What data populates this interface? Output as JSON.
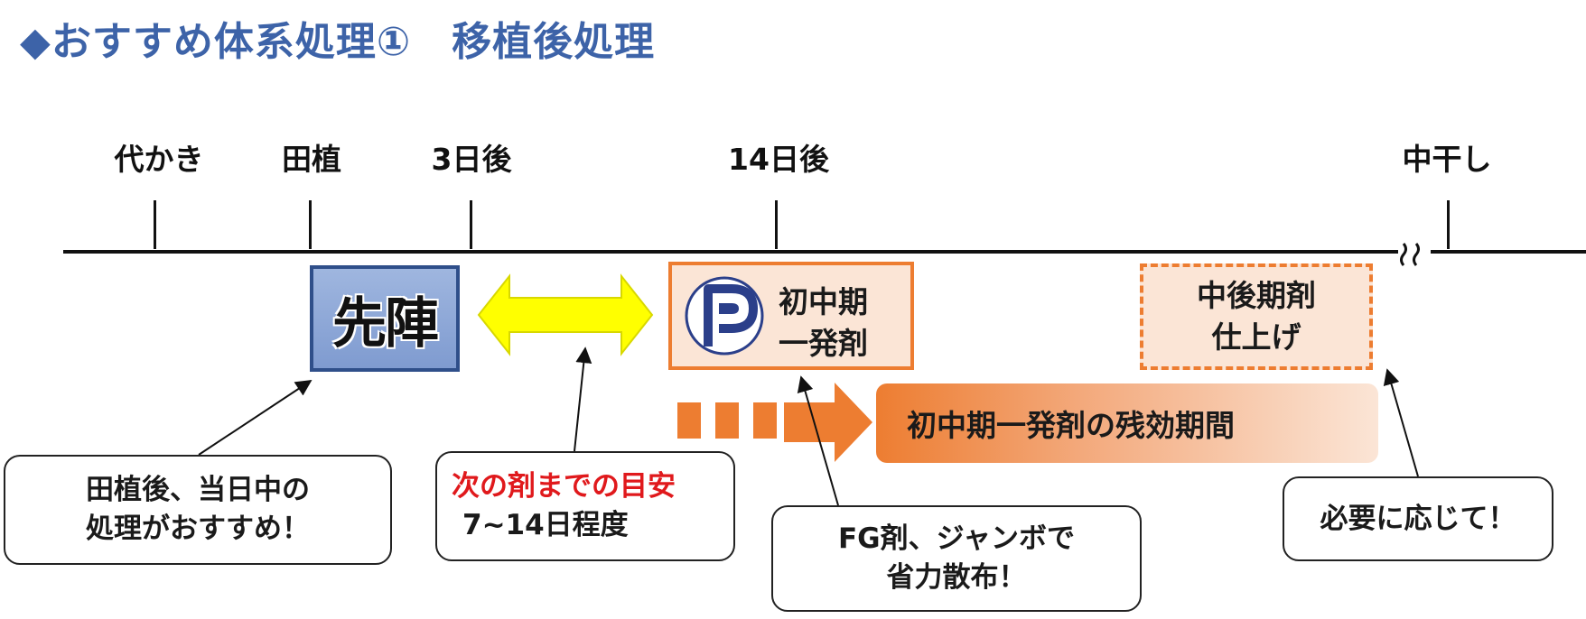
{
  "title": "◆おすすめ体系処理①　移植後処理",
  "timeline": [
    {
      "label": "代かき"
    },
    {
      "label": "田植"
    },
    {
      "label": "3日後"
    },
    {
      "label": "14日後"
    },
    {
      "label": "中干し"
    }
  ],
  "boxes": {
    "senjin": "先陣",
    "early_mid": {
      "line1": "初中期",
      "line2": "一発剤"
    },
    "late_mid": {
      "line1": "中後期剤",
      "line2": "仕上げ"
    },
    "residual": "初中期一発剤の残効期間"
  },
  "callouts": {
    "after_planting": {
      "line1": "田植後、当日中の",
      "line2": "処理がおすすめ！"
    },
    "interval": {
      "line1": "次の剤までの目安",
      "line2": "7~14日程度"
    },
    "fg": {
      "line1": "FG剤、ジャンボで",
      "line2": "省力散布！"
    },
    "as_needed": "必要に応じて！"
  },
  "colors": {
    "title": "#3d63a8",
    "orange": "#ed7d31",
    "orange_light": "#fbe5d6",
    "blue_box": "#7f9bd0",
    "yellow_arrow": "#ffff00",
    "highlight_red": "#e0191c"
  },
  "icons": {
    "bidirectional_arrow": "double-arrow-icon",
    "product_logo": "p-logo-icon",
    "axis_break": "wavy-break-icon"
  }
}
